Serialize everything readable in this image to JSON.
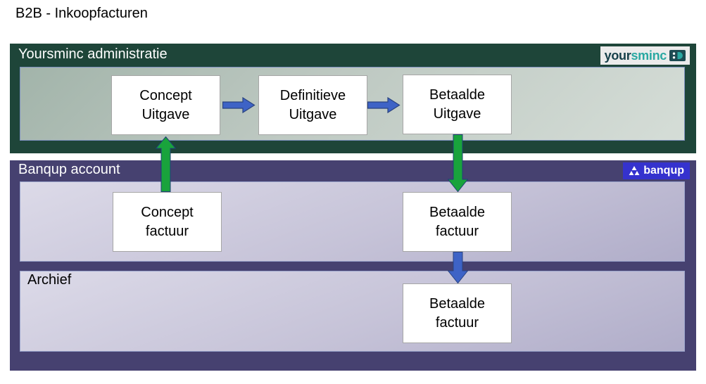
{
  "page_title": "B2B - Inkoopfacturen",
  "yoursminc_section": {
    "header": "Yoursminc administratie",
    "logo": {
      "text_primary": "your",
      "text_secondary": "sminc",
      "mark": "smile-badge-icon"
    },
    "boxes": [
      {
        "line1": "Concept",
        "line2": "Uitgave"
      },
      {
        "line1": "Definitieve",
        "line2": "Uitgave"
      },
      {
        "line1": "Betaalde",
        "line2": "Uitgave"
      }
    ]
  },
  "banqup_section": {
    "header": "Banqup account",
    "logo": {
      "text": "banqup",
      "mark": "triangles-icon"
    },
    "boxes": [
      {
        "line1": "Concept",
        "line2": "factuur"
      },
      {
        "line1": "Betaalde",
        "line2": "factuur"
      }
    ],
    "archief": {
      "label": "Archief",
      "boxes": [
        {
          "line1": "Betaalde",
          "line2": "factuur"
        }
      ]
    }
  },
  "flow": [
    {
      "from": "Concept Uitgave",
      "to": "Definitieve Uitgave",
      "color": "blue",
      "direction": "right"
    },
    {
      "from": "Definitieve Uitgave",
      "to": "Betaalde Uitgave",
      "color": "blue",
      "direction": "right"
    },
    {
      "from": "Concept factuur (Banqup)",
      "to": "Concept Uitgave (Yoursminc)",
      "color": "green",
      "direction": "up"
    },
    {
      "from": "Betaalde Uitgave (Yoursminc)",
      "to": "Betaalde factuur (Banqup)",
      "color": "green",
      "direction": "down"
    },
    {
      "from": "Betaalde factuur (Banqup)",
      "to": "Betaalde factuur (Archief)",
      "color": "blue",
      "direction": "down"
    }
  ],
  "colors": {
    "green_container": "#1E4539",
    "green_panel_start": "#A2B4AA",
    "green_panel_end": "#D5DDD7",
    "purple_container": "#464170",
    "lavender_panel_start": "#DCDAE8",
    "lavender_panel_end": "#B0ADC9",
    "blue_fill": "#3E63C6",
    "blue_outline": "#2A4380",
    "green_fill": "#19A33C",
    "green_outline": "#1F4077",
    "banqup_logo_bg": "#3532CE",
    "yoursminc_teal": "#2AA8A2",
    "yoursminc_dark": "#17404A",
    "yoursminc_logo_bg": "#EBEBEB",
    "box_bg": "#FFFFFF",
    "box_border": "#A6A6A6"
  }
}
